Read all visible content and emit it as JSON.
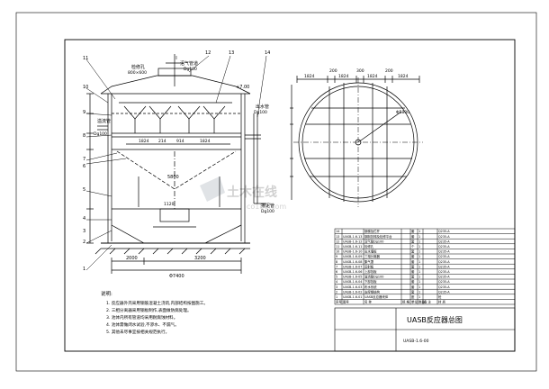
{
  "drawing": {
    "title": "UASB反应器总图",
    "drawing_no": "UASB-1.6-00"
  },
  "elevation": {
    "callouts": [
      "11",
      "12",
      "13",
      "14",
      "10",
      "9",
      "8",
      "7",
      "6",
      "5",
      "4",
      "3",
      "2",
      "1"
    ],
    "labels": {
      "manhole": "检修孔",
      "manhole_size": "800×600",
      "gas_pipe": "沼气管道",
      "gas_pipe_dn": "Dg100",
      "overflow_pipe": "溢流管",
      "overflow_dn": "Dg100",
      "outlet_pipe": "出水管",
      "outlet_dn": "Dg100",
      "drain_pipe": "排泥管",
      "drain_dn": "Dg100",
      "level_top": "+7.00"
    },
    "dims": {
      "d1824a": "1824",
      "d214": "214",
      "d914": "914",
      "d1824b": "1824",
      "d1120": "1120",
      "d5800": "5800",
      "d2000": "2000",
      "d3200": "3200",
      "d_total": "Φ7400"
    }
  },
  "plan": {
    "dims_top": [
      "1824",
      "200",
      "1824",
      "300",
      "1824",
      "200",
      "1824"
    ],
    "dia": "Φ5800"
  },
  "notes": {
    "heading": "说明:",
    "items": [
      "1. 反应器外壳采用钢筋混凝土浇筑,内部结构按图施工。",
      "2. 三相分离器采用钢板制作,表面做防腐处理。",
      "3. 池体内所有管道均采用耐腐蚀材料。",
      "4. 池体需做闭水试验,不渗水、不漏气。",
      "5. 其他未尽事宜按相关规范执行。"
    ]
  },
  "bom": {
    "rows": [
      [
        "14",
        "",
        "钢梯及栏杆",
        "",
        "套",
        "1",
        "",
        "Q235-A"
      ],
      [
        "13",
        "UASB-1.6-13",
        "钢制扶梯及检修平台",
        "",
        "套",
        "1",
        "",
        "Q235-A"
      ],
      [
        "12",
        "UASB-1.6-12",
        "沼气管Dg100",
        "",
        "套",
        "1",
        "",
        "Q235-A"
      ],
      [
        "11",
        "UASB-1.6-11",
        "检修孔",
        "",
        "个",
        "1",
        "",
        "Q235-A"
      ],
      [
        "10",
        "UASB-1.6-10",
        "出水堰板",
        "",
        "套",
        "1",
        "",
        "Q235-A"
      ],
      [
        "9",
        "UASB-1.6-09",
        "三相分离器",
        "",
        "套",
        "1",
        "",
        "Q235-A"
      ],
      [
        "8",
        "UASB-1.6-08",
        "集气罩",
        "",
        "套",
        "1",
        "",
        "Q235-A"
      ],
      [
        "7",
        "UASB-1.6-07",
        "反射板",
        "",
        "套",
        "1",
        "",
        "Q235-A"
      ],
      [
        "6",
        "UASB-1.6-06",
        "上部挡板",
        "",
        "套",
        "1",
        "",
        "Q235-A"
      ],
      [
        "5",
        "UASB-1.6-05",
        "溢流管Dg100",
        "",
        "套",
        "1",
        "",
        "Q235-A"
      ],
      [
        "4",
        "UASB-1.6-04",
        "下部挡板",
        "",
        "套",
        "1",
        "",
        "Q235-A"
      ],
      [
        "3",
        "UASB-1.6-03",
        "布水系统",
        "",
        "套",
        "1",
        "",
        "Q235-A"
      ],
      [
        "2",
        "UASB-1.6-02",
        "支撑钢结构",
        "",
        "套",
        "1",
        "",
        "Q235-A"
      ],
      [
        "1",
        "UASB-1.6-01",
        "UASB反应器壳体",
        "",
        "座",
        "1",
        "",
        "砼"
      ]
    ],
    "header": [
      "序号",
      "图号",
      "名 称",
      "规 格",
      "单位",
      "数量",
      "备 注",
      "材 质"
    ]
  },
  "watermark": {
    "text": "土木在线",
    "sub": "co188.com"
  }
}
